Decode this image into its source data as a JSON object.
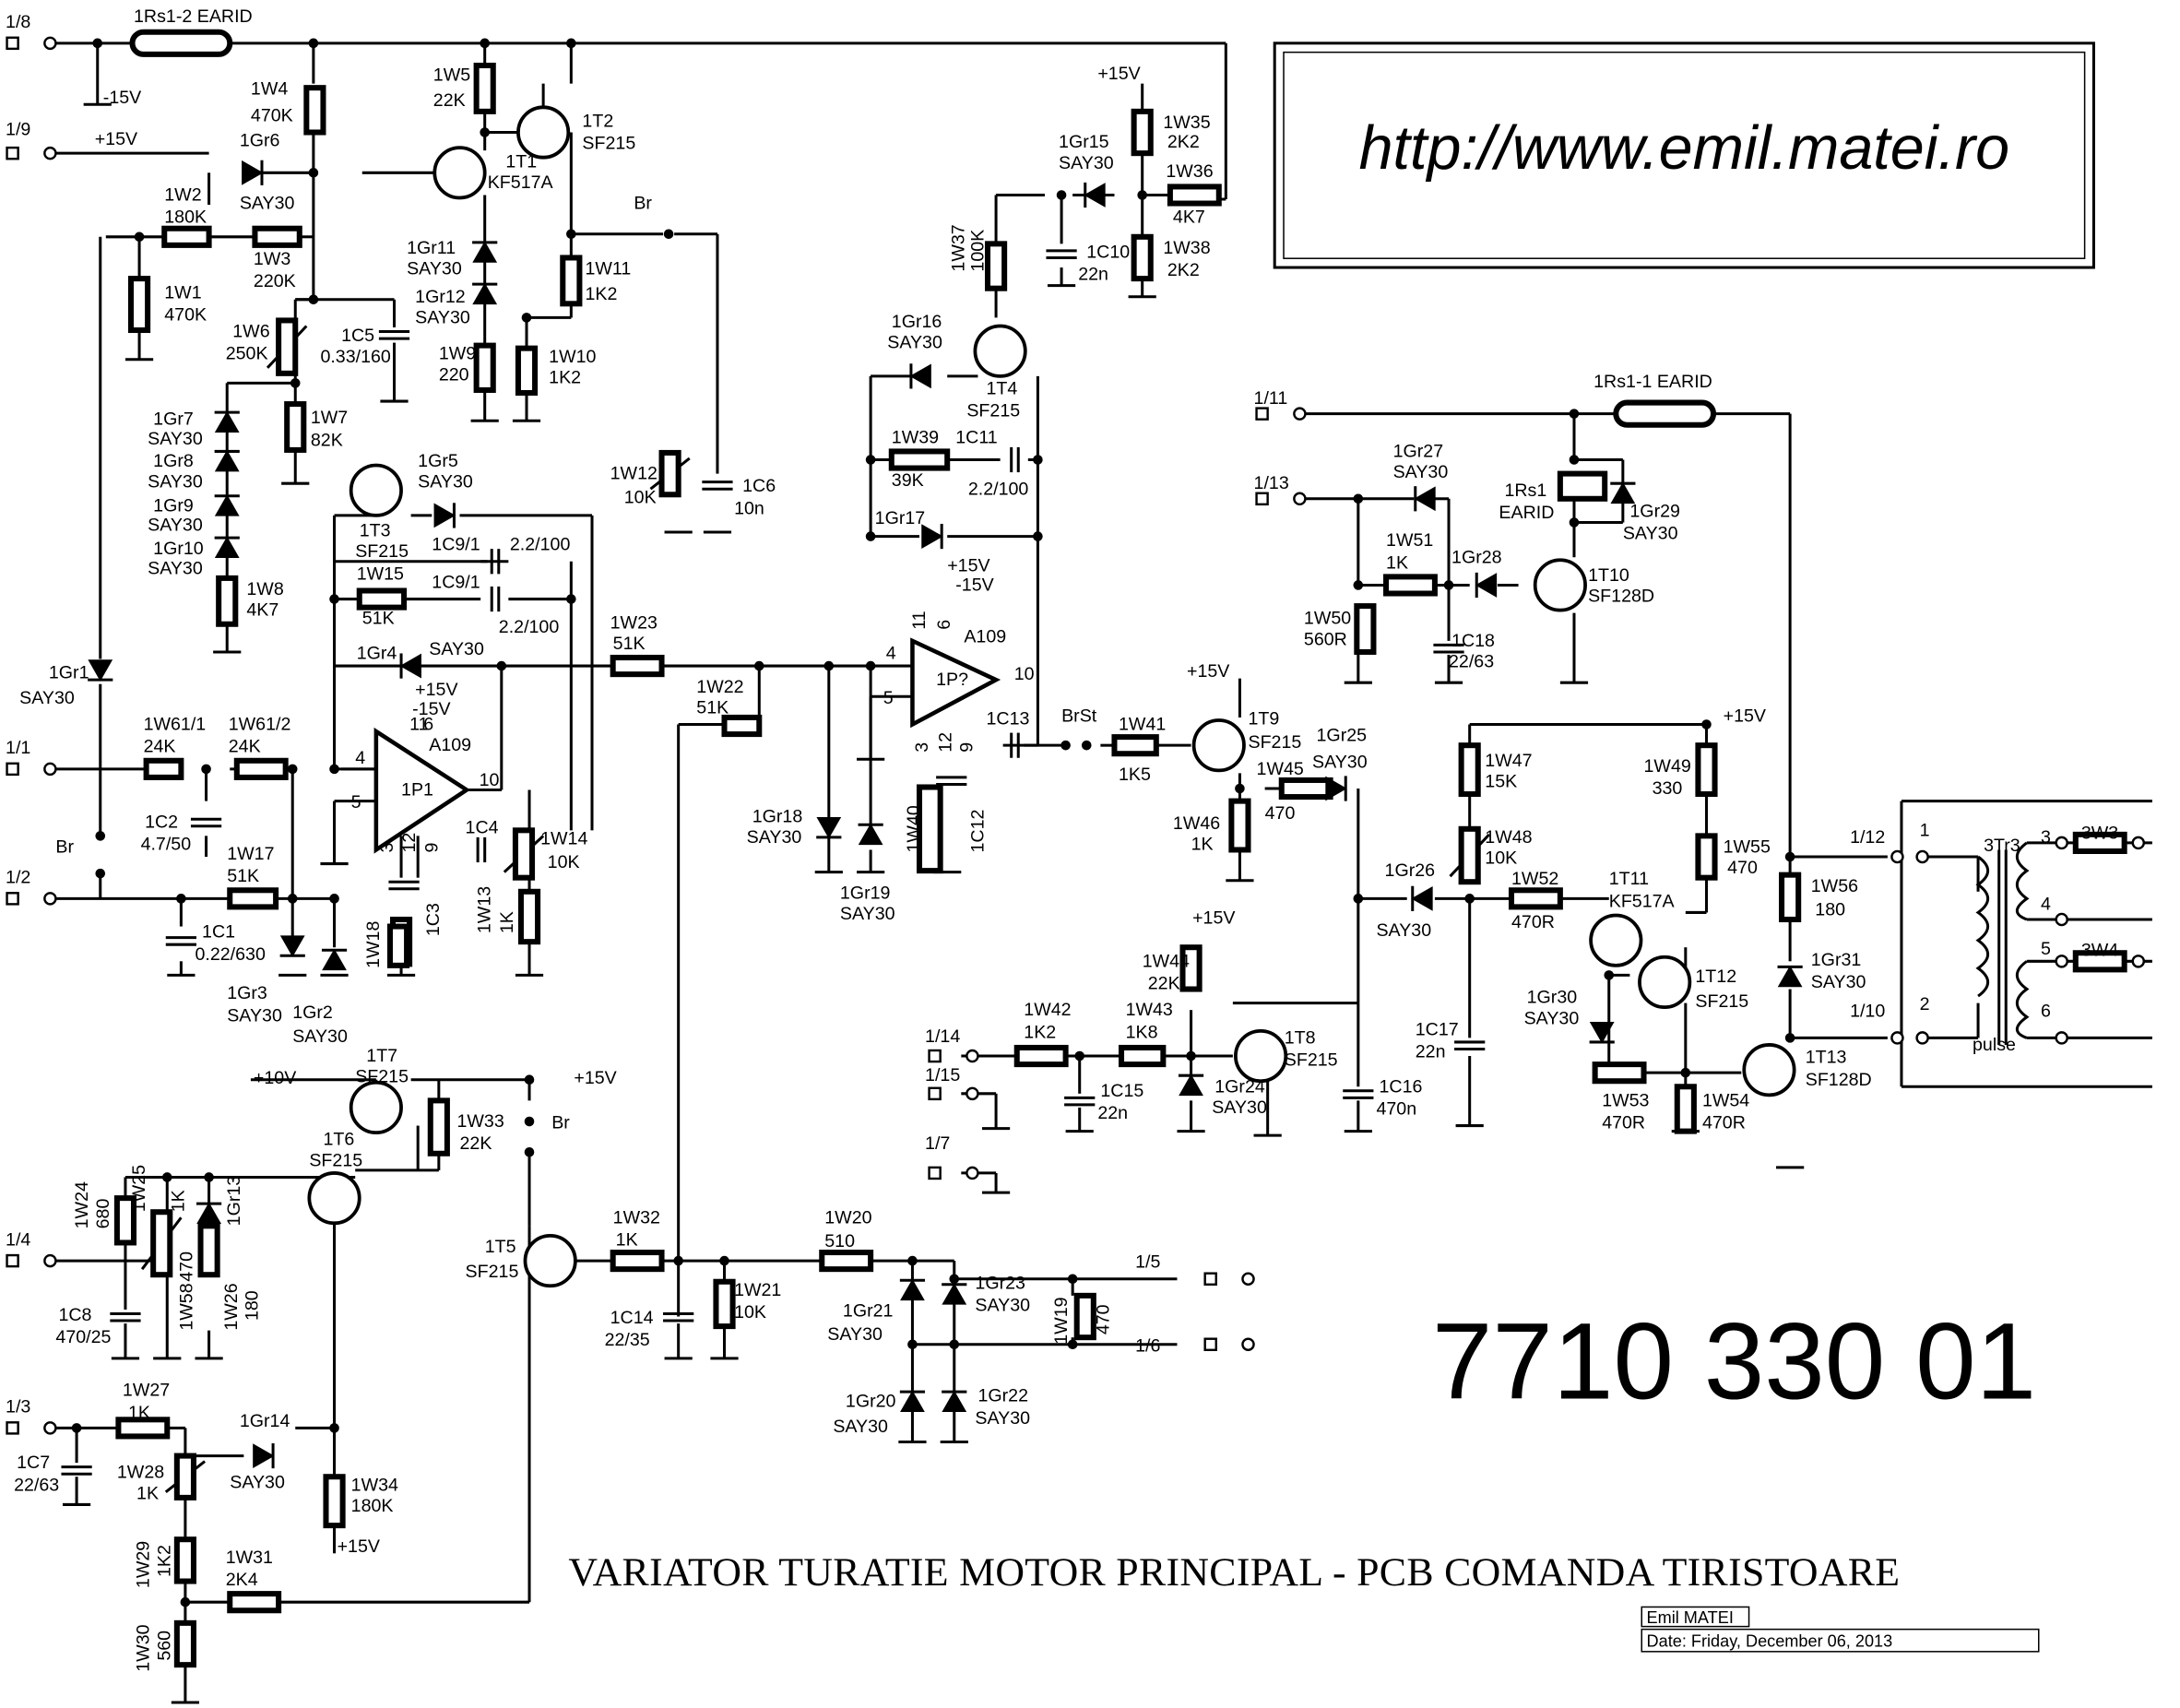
{
  "website": "http://www.emil.matei.ro",
  "part_number": "7710 330 01",
  "title": "VARIATOR TURATIE MOTOR PRINCIPAL - PCB COMANDA TIRISTOARE",
  "author": "Emil MATEI",
  "date": "Date:  Friday, December 06, 2013",
  "labels": {
    "t_1_8": "1/8",
    "t_1_9": "1/9",
    "t_1_1": "1/1",
    "t_1_2": "1/2",
    "t_1_4": "1/4",
    "t_1_3": "1/3",
    "t_1_11": "1/11",
    "t_1_13": "1/13",
    "t_1_14": "1/14",
    "t_1_15": "1/15",
    "t_1_7": "1/7",
    "t_1_5": "1/5",
    "t_1_6": "1/6",
    "t_1_12": "1/12",
    "t_1_10": "1/10",
    "rs12": "1Rs1-2  EARID",
    "m15": "-15V",
    "p15a": "+15V",
    "w4": "1W4",
    "w4v": "470K",
    "w5": "1W5",
    "w5v": "22K",
    "t2": "1T2",
    "t2t": "SF215",
    "t1": "1T1",
    "t1t": "KF517A",
    "gr6": "1Gr6",
    "gr6t": "SAY30",
    "w2": "1W2",
    "w2v": "180K",
    "w3": "1W3",
    "w3v": "220K",
    "w1": "1W1",
    "w1v": "470K",
    "gr11": "1Gr11",
    "gr11t": "SAY30",
    "gr12": "1Gr12",
    "gr12t": "SAY30",
    "w9": "1W9",
    "w9v": "220",
    "w10": "1W10",
    "w10v": "1K2",
    "w11": "1W11",
    "w11v": "1K2",
    "br1": "Br",
    "w6": "1W6",
    "w6v": "250K",
    "c5": "1C5",
    "c5v": "0.33/160",
    "w7": "1W7",
    "w7v": "82K",
    "gr7": "1Gr7",
    "gr7t": "SAY30",
    "gr8": "1Gr8",
    "gr8t": "SAY30",
    "gr9": "1Gr9",
    "gr9t": "SAY30",
    "gr10": "1Gr10",
    "gr10t": "SAY30",
    "w8": "1W8",
    "w8v": "4K7",
    "t3": "1T3",
    "t3t": "SF215",
    "gr5": "1Gr5",
    "gr5t": "SAY30",
    "w12": "1W12",
    "w12v": "10K",
    "c6": "1C6",
    "c6v": "10n",
    "c91a": "1C9/1",
    "c91av": "2.2/100",
    "c91b": "1C9/1",
    "c91bv": "2.2/100",
    "w15": "1W15",
    "w15v": "51K",
    "gr4": "1Gr4",
    "gr4t": "SAY30",
    "gr1": "1Gr1",
    "gr1t": "SAY30",
    "w23": "1W23",
    "w23v": "51K",
    "w22": "1W22",
    "w22v": "51K",
    "p15b": "+15V",
    "m15b": "-15V",
    "a109a": "A109",
    "p1": "1P1",
    "w611": "1W61/1",
    "w611v": "24K",
    "w612": "1W61/2",
    "w612v": "24K",
    "c2": "1C2",
    "c2v": "4.7/50",
    "br2": "Br",
    "w17": "1W17",
    "w17v": "51K",
    "c1": "1C1",
    "c1v": "0.22/630",
    "gr3": "1Gr3",
    "gr3t": "SAY30",
    "gr2": "1Gr2",
    "gr2t": "SAY30",
    "w18": "1W18",
    "c3": "1C3",
    "c4": "1C4",
    "w14": "1W14",
    "w14v": "10K",
    "w13": "1W13",
    "w13v": "1K",
    "p15c": "+15V",
    "w35": "1W35",
    "w35v": "2K2",
    "gr15": "1Gr15",
    "gr15t": "SAY30",
    "w36": "1W36",
    "w36v": "4K7",
    "w37": "1W37",
    "w37v": "100K",
    "c10": "1C10",
    "c10v": "22n",
    "w38": "1W38",
    "w38v": "2K2",
    "gr16": "1Gr16",
    "gr16t": "SAY30",
    "t4": "1T4",
    "t4t": "SF215",
    "w39": "1W39",
    "w39v": "39K",
    "c11": "1C11",
    "c11v": "2.2/100",
    "gr17": "1Gr17",
    "p15d": "+15V",
    "m15d": "-15V",
    "a109b": "A109",
    "p2": "1P?",
    "gr18": "1Gr18",
    "gr18t": "SAY30",
    "gr19": "1Gr19",
    "gr19t": "SAY30",
    "w40": "1W40",
    "c12": "1C12",
    "c13": "1C13",
    "brst": "BrSt",
    "w41": "1W41",
    "w41v": "1K5",
    "p15e": "+15V",
    "t9": "1T9",
    "t9t": "SF215",
    "gr25": "1Gr25",
    "gr25t": "SAY30",
    "w45": "1W45",
    "w45v": "470",
    "w46": "1W46",
    "w46v": "1K",
    "rs11": "1Rs1-1  EARID",
    "gr27": "1Gr27",
    "gr27t": "SAY30",
    "rs1": "1Rs1",
    "rs1t": "EARID",
    "gr29": "1Gr29",
    "gr29t": "SAY30",
    "w51": "1W51",
    "w51v": "1K",
    "gr28": "1Gr28",
    "t10": "1T10",
    "t10t": "SF128D",
    "w50": "1W50",
    "w50v": "560R",
    "c18": "1C18",
    "c18v": "22/63",
    "p15f": "+15V",
    "w47": "1W47",
    "w47v": "15K",
    "w49": "1W49",
    "w49v": "330",
    "w48": "1W48",
    "w48v": "10K",
    "gr26": "1Gr26",
    "gr26t": "SAY30",
    "w52": "1W52",
    "w52v": "470R",
    "t11": "1T11",
    "t11t": "KF517A",
    "w55": "1W55",
    "w55v": "470",
    "t12": "1T12",
    "t12t": "SF215",
    "gr30": "1Gr30",
    "gr30t": "SAY30",
    "w53": "1W53",
    "w53v": "470R",
    "w54": "1W54",
    "w54v": "470R",
    "c17": "1C17",
    "c17v": "22n",
    "w56": "1W56",
    "w56v": "180",
    "gr31": "1Gr31",
    "gr31t": "SAY30",
    "t13": "1T13",
    "t13t": "SF128D",
    "tr3": "3Tr3",
    "pulse": "pulse",
    "w3w3": "3W3",
    "w3w4": "3W4",
    "n1": "1",
    "n2": "2",
    "n3": "3",
    "n4": "4",
    "n5": "5",
    "n6": "6",
    "p15g": "+15V",
    "w44": "1W44",
    "w44v": "22K",
    "w42": "1W42",
    "w42v": "1K2",
    "w43": "1W43",
    "w43v": "1K8",
    "t8": "1T8",
    "t8t": "SF215",
    "gr24": "1Gr24",
    "gr24t": "SAY30",
    "c15": "1C15",
    "c15v": "22n",
    "c16": "1C16",
    "c16v": "470n",
    "p10": "+10V",
    "p15h": "+15V",
    "t7": "1T7",
    "t7t": "SF215",
    "t6": "1T6",
    "t6t": "SF215",
    "w33": "1W33",
    "w33v": "22K",
    "br3": "Br",
    "w24": "1W24",
    "w24v": "680",
    "w25": "1W25",
    "w25v": "1K",
    "gr13": "1Gr13",
    "w58": "1W58",
    "w58v": "470",
    "w26": "1W26",
    "w26v": "180",
    "c8": "1C8",
    "c8v": "470/25",
    "t5": "1T5",
    "t5t": "SF215",
    "w32": "1W32",
    "w32v": "1K",
    "w20": "1W20",
    "w20v": "510",
    "w21": "1W21",
    "w21v": "10K",
    "c14": "1C14",
    "c14v": "22/35",
    "gr21": "1Gr21",
    "gr21t": "SAY30",
    "gr23": "1Gr23",
    "gr23t": "SAY30",
    "w19": "1W19",
    "w19v": "470",
    "gr20": "1Gr20",
    "gr20t": "SAY30",
    "gr22": "1Gr22",
    "gr22t": "SAY30",
    "w27": "1W27",
    "w27v": "1K",
    "c7": "1C7",
    "c7v": "22/63",
    "w28": "1W28",
    "w28v": "1K",
    "gr14": "1Gr14",
    "gr14t": "SAY30",
    "w34": "1W34",
    "w34v": "180K",
    "p15i": "+15V",
    "w29": "1W29",
    "w29v": "1K2",
    "w31": "1W31",
    "w31v": "2K4",
    "w30": "1W30",
    "w30v": "560",
    "pin4a": "4",
    "pin5a": "5",
    "pin11a": "11",
    "pin6a": "6",
    "pin10a": "10",
    "pin3a": "3",
    "pin12a": "12",
    "pin9a": "9",
    "pin4b": "4",
    "pin5b": "5",
    "pin11b": "11",
    "pin6b": "6",
    "pin10b": "10",
    "pin3b": "3",
    "pin12b": "12",
    "pin9b": "9"
  }
}
